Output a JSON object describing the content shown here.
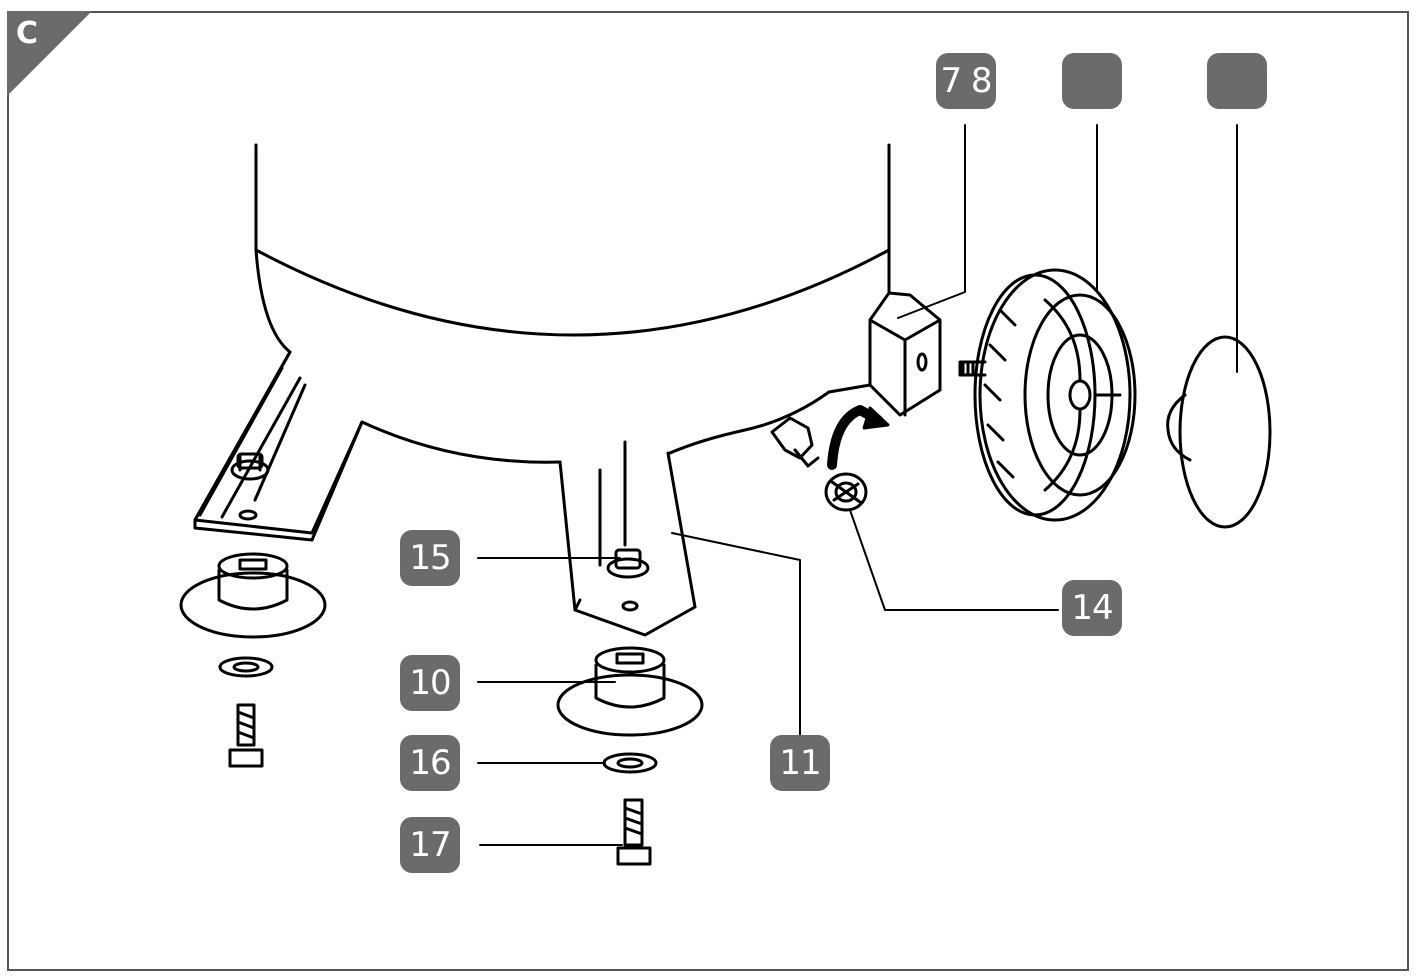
{
  "section_label": "C",
  "callouts": {
    "c78": "7 8",
    "c_wheel": "",
    "c_cap": "",
    "c15": "15",
    "c14": "14",
    "c10": "10",
    "c11": "11",
    "c16": "16",
    "c17": "17"
  },
  "colors": {
    "callout_bg": "#6b6b6b",
    "line": "#000000",
    "frame": "#555555"
  }
}
